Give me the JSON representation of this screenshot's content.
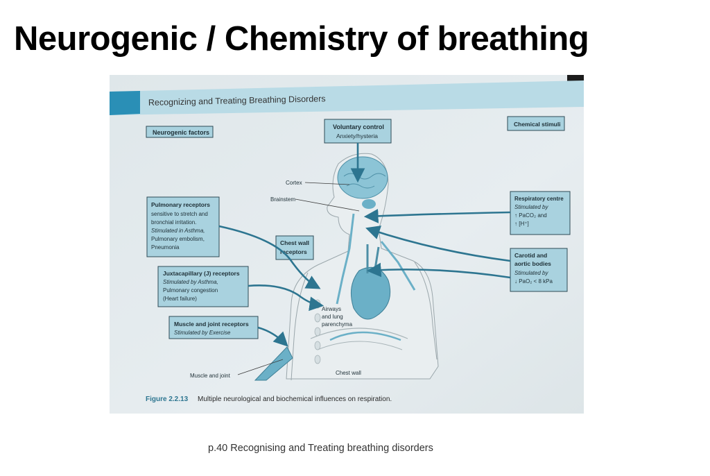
{
  "slide": {
    "title": "Neurogenic / Chemistry of breathing",
    "source_caption": "p.40 Recognising and Treating breathing disorders"
  },
  "figure": {
    "header": "Recognizing and Treating Breathing Disorders",
    "neurogenic_box": "Neurogenic factors",
    "chemical_box": "Chemical stimuli",
    "voluntary": {
      "title": "Voluntary control",
      "sub": "Anxiety/hysteria"
    },
    "labels": {
      "cortex": "Cortex",
      "brainstem": "Brainstem",
      "airways": [
        "Airways",
        "and lung",
        "parenchyma"
      ],
      "chest_wall": "Chest wall",
      "muscle_joint": "Muscle and joint"
    },
    "chest_wall_receptors": [
      "Chest wall",
      "receptors"
    ],
    "pulmonary": {
      "title": "Pulmonary receptors",
      "lines": [
        "sensitive to stretch and",
        "bronchial irritation.",
        "Stimulated in Asthma,",
        "Pulmonary embolism,",
        "Pneumonia"
      ]
    },
    "juxtacapillary": {
      "title": "Juxtacapillary (J) receptors",
      "lines": [
        "Stimulated by Asthma,",
        "Pulmonary congestion",
        "(Heart failure)"
      ]
    },
    "muscle": {
      "title": "Muscle and joint receptors",
      "lines": [
        "Stimulated by Exercise"
      ]
    },
    "respiratory": {
      "title": "Respiratory centre",
      "lines": [
        "Stimulated by",
        "↑ PaCO₂ and",
        "↑ [H⁺]"
      ]
    },
    "carotid": {
      "title_lines": [
        "Carotid and",
        "aortic bodies"
      ],
      "lines": [
        "Stimulated by",
        "↓ PaO₂ < 8 kPa"
      ]
    },
    "figure_number": "Figure 2.2.13",
    "figure_caption": "Multiple neurological and biochemical influences on respiration."
  },
  "colors": {
    "page": "#e4ebee",
    "box_fill": "#a9d2df",
    "arrow": "#2d7590",
    "body_fill": "#e9eef0",
    "organ": "#8cc4d6"
  }
}
